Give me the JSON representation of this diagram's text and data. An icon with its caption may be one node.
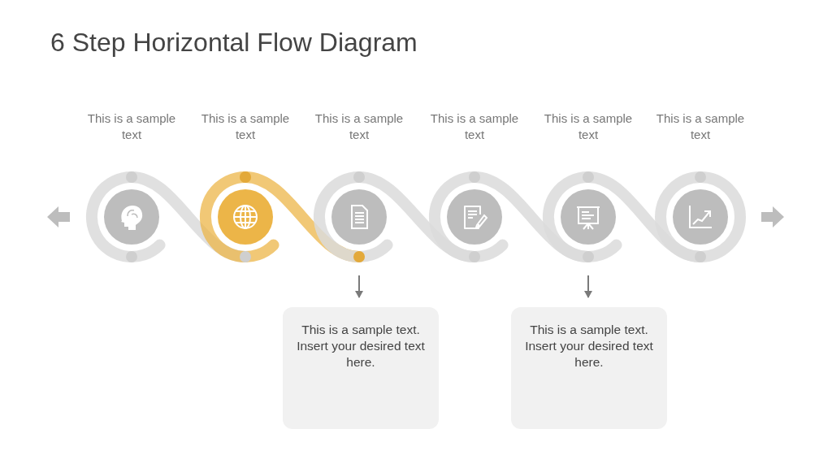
{
  "diagram": {
    "title": "6 Step Horizontal Flow Diagram",
    "nodes": [
      {
        "text": [
          "This is a sample text"
        ]
      },
      {
        "text": [
          "This is a sample text"
        ]
      },
      {
        "text": [
          "This is a sample text"
        ]
      },
      {
        "text": [
          "This is a sample text"
        ]
      },
      {
        "text": [
          "This is a sample text"
        ]
      },
      {
        "text": [
          "This is a sample text"
        ]
      },
      {
        "text": [
          "This is a sample text. Insert your desired text here."
        ]
      },
      {
        "text": [
          "This is a sample text. Insert your desired text here."
        ]
      }
    ],
    "edges": [
      {
        "from": 2,
        "to": 6,
        "arrow": "to"
      },
      {
        "from": 4,
        "to": 7,
        "arrow": "to"
      }
    ]
  }
}
